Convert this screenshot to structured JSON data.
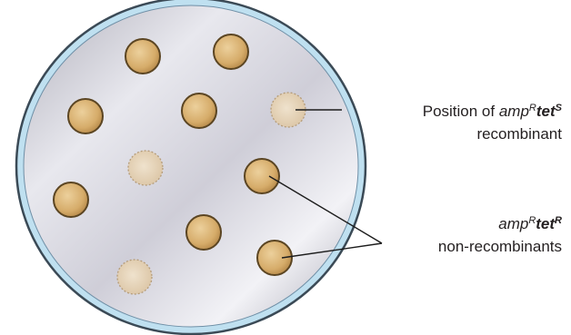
{
  "labels": {
    "amp_r_tet_s": {
      "prefix": "Position of ",
      "amp": "amp",
      "amp_sup": "R",
      "tet": "tet",
      "tet_sup": "S",
      "line2": "recombinant"
    },
    "amp_r_tet_r": {
      "amp": "amp",
      "amp_sup": "R",
      "tet": "tet",
      "tet_sup": "R",
      "line2": "non-recombinants"
    }
  },
  "colors": {
    "plate_rim": "#7fb4d6",
    "plate_fill_light": "#ececf2",
    "plate_fill_dark": "#a7a6b2",
    "colony": "#d9b173",
    "colony_edge": "#5b4522",
    "ghost_colony": "#e6d3b7",
    "leader_line": "#1c1c1c"
  }
}
